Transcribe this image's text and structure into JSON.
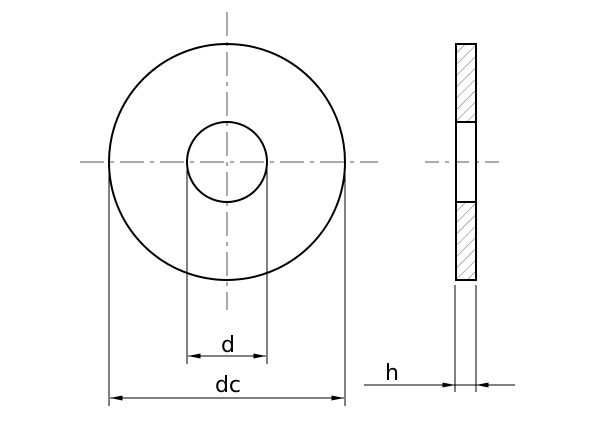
{
  "diagram": {
    "labels": {
      "inner_diameter": "d",
      "outer_diameter": "dc",
      "thickness": "h"
    },
    "colors": {
      "outline": "#000000",
      "centerline": "#555555",
      "hatch": "#444444"
    }
  }
}
